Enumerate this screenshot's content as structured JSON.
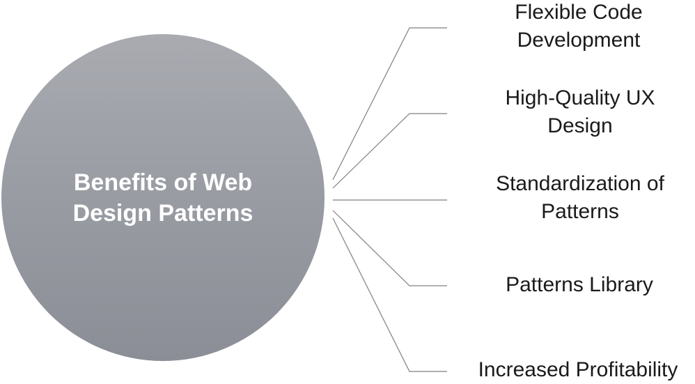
{
  "center": {
    "title": "Benefits of Web Design Patterns"
  },
  "branches": [
    {
      "label": "Flexible Code Development"
    },
    {
      "label": "High-Quality UX Design"
    },
    {
      "label": "Standardization of Patterns"
    },
    {
      "label": "Patterns Library"
    },
    {
      "label": "Increased Profitability"
    }
  ],
  "colors": {
    "circle_top": "#a9abb1",
    "circle_bottom": "#8b8e96",
    "center_text": "#ffffff",
    "connector": "#7f7f7f",
    "branch_text": "#1a1a1a"
  }
}
